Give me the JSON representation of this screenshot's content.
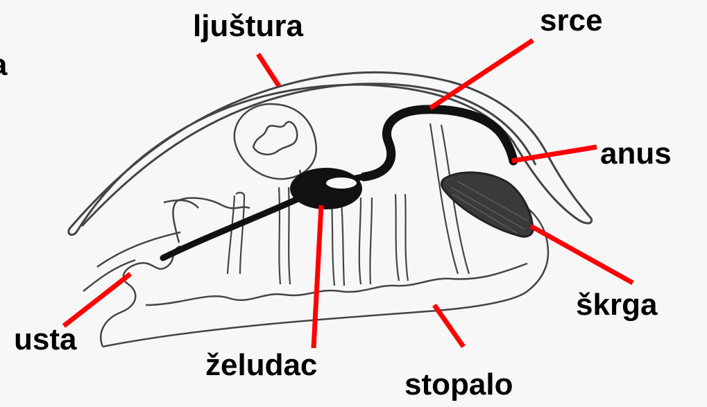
{
  "labels": {
    "ljustura": "ljuštura",
    "srce": "srce",
    "anus": "anus",
    "skrga": "škrga",
    "usta": "usta",
    "zeludac": "želudac",
    "stopalo": "stopalo",
    "edge_fragment": "a"
  },
  "colors": {
    "leader_line": "#ff0000",
    "outline": "#444444",
    "organ_fill": "#111111",
    "background": "#f7f7f7",
    "gill_fill": "#3a3a3a"
  }
}
